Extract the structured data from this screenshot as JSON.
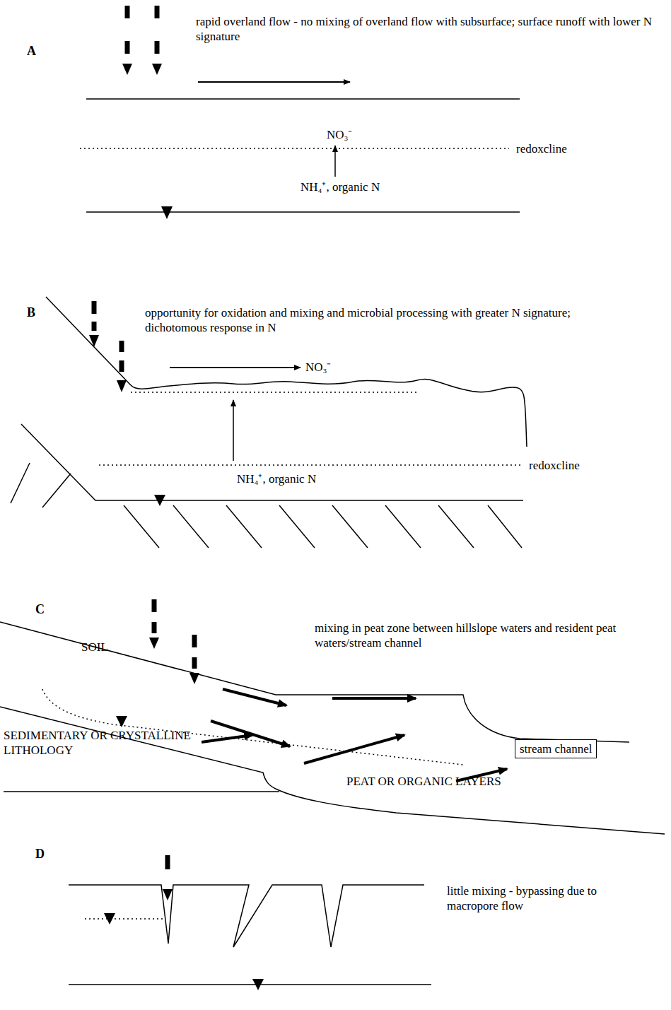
{
  "diagram": {
    "nodes": [
      {
        "text": [
          "stream channel"
        ]
      }
    ],
    "labels": [
      "A",
      "rapid overland flow - no mixing of overland flow with subsurface; surface runoff with lower N signature",
      "NO₃⁻",
      "redoxcline",
      "NH₄⁺, organic N",
      "B",
      "opportunity for oxidation and mixing and microbial processing with greater N signature; dichotomous response in N",
      "NO₃⁻",
      "NH₄⁺, organic N",
      "redoxcline",
      "C",
      "SOIL",
      "mixing in peat zone between hillslope waters and resident peat waters/stream channel",
      "SEDIMENTARY OR CRYSTALLINE LITHOLOGY",
      "PEAT OR ORGANIC LAYERS",
      "D",
      "little mixing - bypassing due to macropore flow"
    ]
  }
}
